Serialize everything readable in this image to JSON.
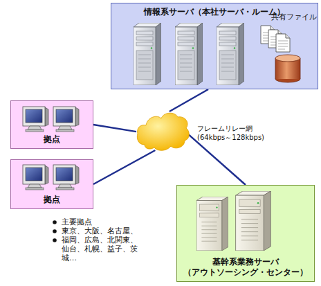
{
  "diagram": {
    "nodes": [
      {
        "text": [
          "情報系サーバ（本社サーバ・ルーム）"
        ]
      },
      {
        "text": [
          "フレームリレー網 (64kbps～128kbps)"
        ]
      },
      {
        "text": [
          "拠点"
        ]
      },
      {
        "text": [
          "拠点"
        ]
      },
      {
        "text": [
          "基幹系業務サーバ （アウトソーシング・センター）"
        ]
      }
    ],
    "edges": [
      {
        "from": 1,
        "to": 0,
        "arrow": "none"
      },
      {
        "from": 1,
        "to": 2,
        "arrow": "none"
      },
      {
        "from": 1,
        "to": 3,
        "arrow": "none"
      },
      {
        "from": 1,
        "to": 4,
        "arrow": "none"
      }
    ],
    "labels": [
      "共有ファイル",
      "主要拠点",
      "東京、大阪、名古屋、",
      "福岡、広島、北関東、仙台、札幌、益子、茨城…"
    ]
  }
}
